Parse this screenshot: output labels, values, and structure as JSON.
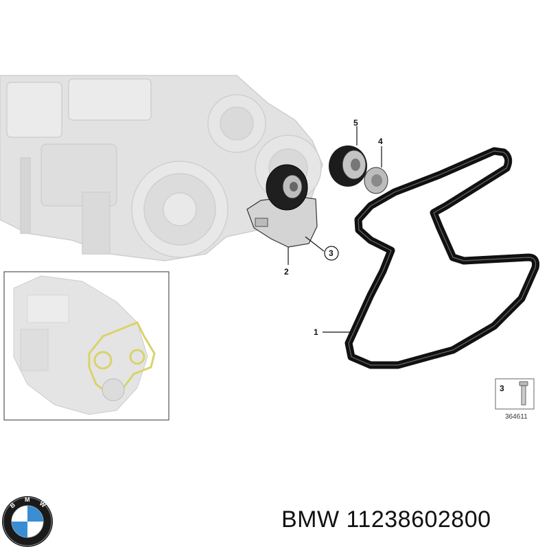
{
  "callouts": {
    "belt": "1",
    "tensioner": "2",
    "bolt": "3",
    "small_pulley": "4",
    "idler_pulley": "5"
  },
  "bolt_box": {
    "number": "3",
    "doc_id": "364611"
  },
  "logo": {
    "letters": "BMW"
  },
  "caption": {
    "brand": "BMW",
    "part_number": "11238602800"
  },
  "colors": {
    "engine_gray": "#dcdcdc",
    "belt_black": "#111111",
    "highlight_yellow": "#d9d36a",
    "logo_blue": "#3a8dd3"
  }
}
